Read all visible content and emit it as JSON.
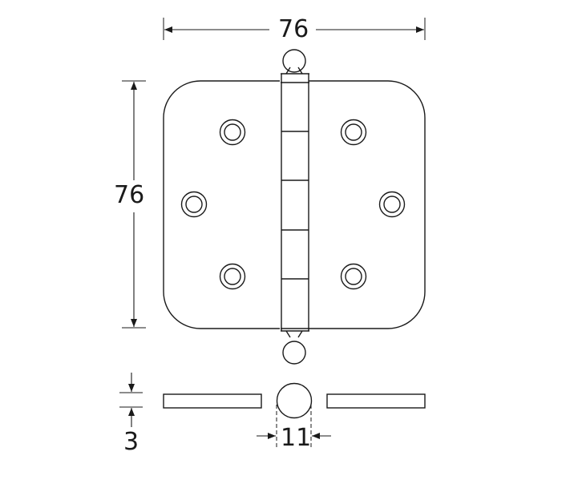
{
  "drawing": {
    "title": "Butt hinge with ball finials – technical drawing",
    "units": "mm",
    "colors": {
      "line": "#1a1a1a",
      "background": "#ffffff"
    },
    "dimensions": {
      "overall_width": "76",
      "overall_height": "76",
      "leaf_thickness": "3",
      "knuckle_diameter": "11"
    },
    "front_view": {
      "knuckle_segments": 5,
      "screw_holes": 6,
      "finials": [
        "top-ball",
        "bottom-ball"
      ]
    },
    "side_view": {
      "shows": "leaf thickness and knuckle diameter"
    }
  }
}
